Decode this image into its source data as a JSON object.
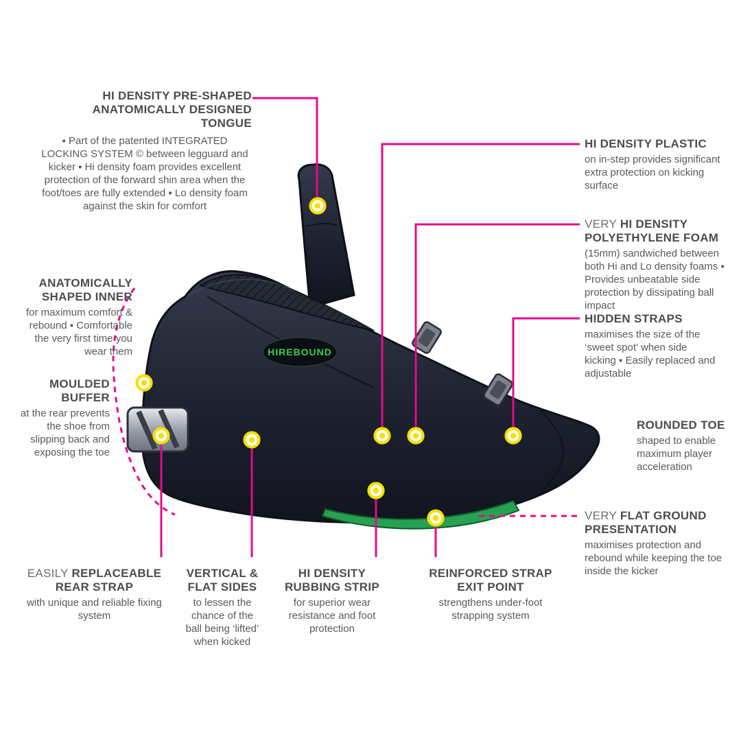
{
  "brand": {
    "logo": "HIREBOUND"
  },
  "colors": {
    "accent_pink": "#e8088a",
    "marker_yellow": "#f5e003",
    "boot_dark": "#1d2130",
    "logo_green": "#3ec94e",
    "text_gray": "#59595b"
  },
  "callouts": {
    "tongue": {
      "title": "HI DENSITY PRE-SHAPED ANATOMICALLY DESIGNED TONGUE",
      "body": "▪ Part of the patented INTEGRATED LOCKING SYSTEM © between legguard and kicker ▪ Hi density foam provides excellent protection of the forward shin area when the foot/toes are fully extended ▪ Lo density foam against the skin for comfort"
    },
    "plastic": {
      "title": "HI DENSITY PLASTIC",
      "body": "on in-step provides significant extra protection on kicking surface"
    },
    "foam": {
      "prefix": "VERY ",
      "title": "HI DENSITY POLYETHYLENE FOAM",
      "body": "(15mm) sandwiched between both Hi and Lo density foams ▪ Provides unbeatable side protection by dissipating ball impact"
    },
    "hidden_straps": {
      "title": "HIDDEN STRAPS",
      "body": "maximises the size of the ‘sweet spot’ when side kicking ▪ Easily replaced and adjustable"
    },
    "rounded_toe": {
      "title": "ROUNDED TOE",
      "body": "shaped to enable maximum player acceleration"
    },
    "flat_ground": {
      "prefix": "VERY ",
      "title": "FLAT GROUND PRESENTATION",
      "body": "maximises protection and rebound while keeping the toe inside the kicker"
    },
    "inner": {
      "title": "ANATOMICALLY SHAPED INNER",
      "body": "for maximum comfort & rebound ▪ Comfortable the very first time you wear them"
    },
    "buffer": {
      "title": "MOULDED BUFFER",
      "body": "at the rear prevents the shoe from slipping back and exposing the toe"
    },
    "rear_strap": {
      "prefix": "EASILY ",
      "title": "REPLACEABLE REAR STRAP",
      "body": "with unique and reliable fixing system"
    },
    "flat_sides": {
      "title": "VERTICAL & FLAT SIDES",
      "body": "to lessen the chance of the ball being ‘lifted’ when kicked"
    },
    "rubbing_strip": {
      "title": "HI DENSITY RUBBING STRIP",
      "body": "for superior wear resistance and foot protection"
    },
    "strap_exit": {
      "title": "REINFORCED STRAP EXIT POINT",
      "body": "strengthens under-foot strapping system"
    }
  }
}
